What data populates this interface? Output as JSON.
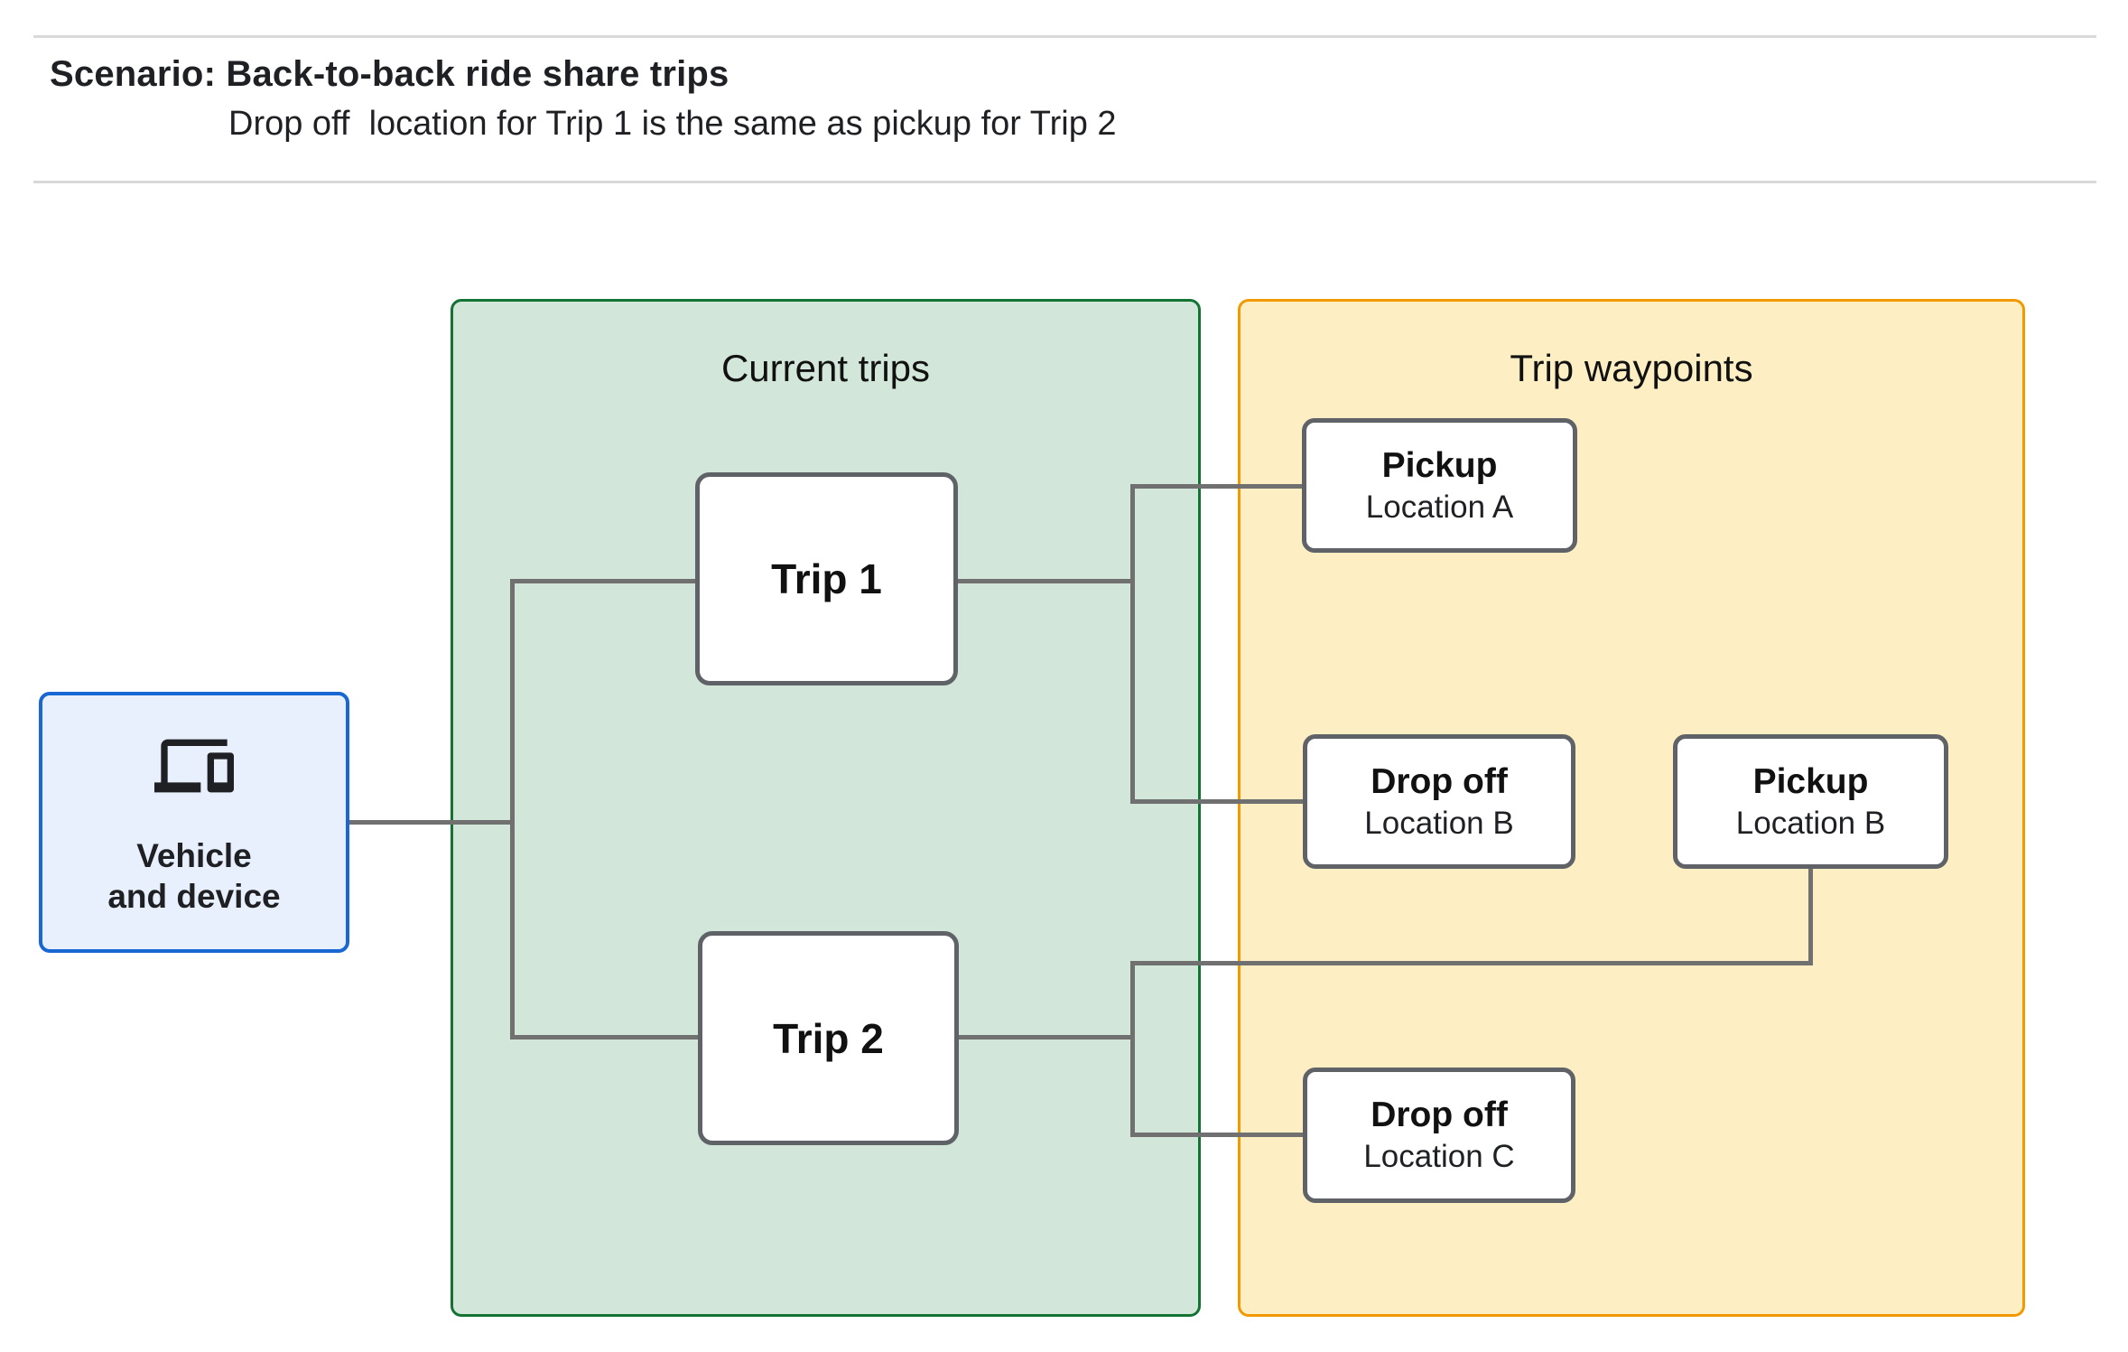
{
  "header": {
    "title": "Scenario: Back-to-back ride share trips",
    "subtitle": "Drop off  location for Trip 1 is the same as pickup for Trip 2"
  },
  "vehicle": {
    "icon": "devices-icon",
    "label_line1": "Vehicle",
    "label_line2": "and device"
  },
  "panels": {
    "current_trips": {
      "title": "Current trips"
    },
    "trip_waypoints": {
      "title": "Trip waypoints"
    }
  },
  "trips": [
    {
      "label": "Trip 1"
    },
    {
      "label": "Trip 2"
    }
  ],
  "waypoints": [
    {
      "title": "Pickup",
      "location": "Location A"
    },
    {
      "title": "Drop off",
      "location": "Location B"
    },
    {
      "title": "Pickup",
      "location": "Location B"
    },
    {
      "title": "Drop off",
      "location": "Location C"
    }
  ],
  "colors": {
    "vehicle_fill": "#e8f0fe",
    "vehicle_border": "#1967d2",
    "trips_panel_fill": "#d2e7d9",
    "trips_panel_border": "#137333",
    "waypoints_panel_fill": "#fdefc3",
    "waypoints_panel_border": "#f29900",
    "node_border": "#5f6368",
    "connector": "#707070",
    "divider": "#d9d9d9",
    "text": "#1f2023"
  }
}
